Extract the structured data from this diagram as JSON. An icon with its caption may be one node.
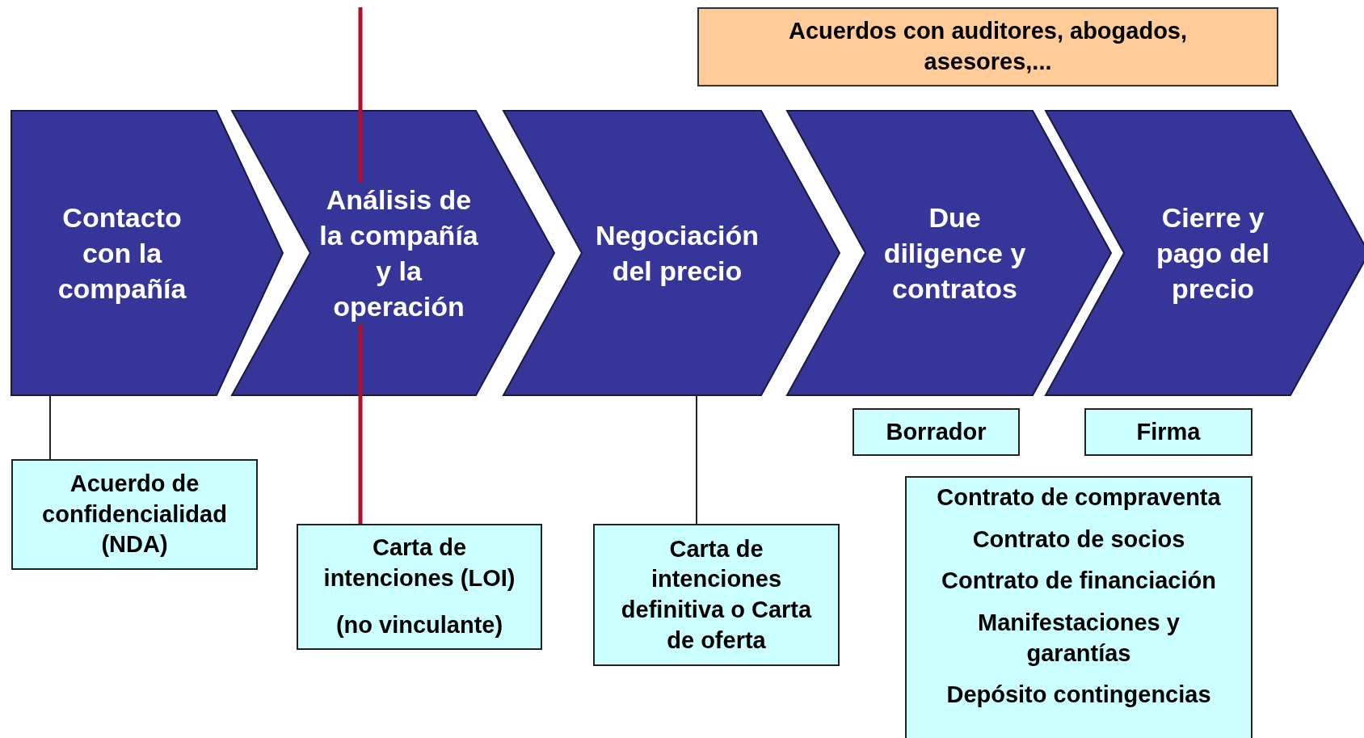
{
  "diagram": {
    "nodes": [
      {
        "text": [
          "Acuerdos con auditores, abogados, asesores,..."
        ]
      },
      {
        "text": [
          "Contacto con la compañía"
        ]
      },
      {
        "text": [
          "Análisis de la compañía y la operación"
        ]
      },
      {
        "text": [
          "Negociación del precio"
        ]
      },
      {
        "text": [
          "Due diligence y contratos"
        ]
      },
      {
        "text": [
          "Cierre y pago del precio"
        ]
      },
      {
        "text": [
          "Borrador"
        ]
      },
      {
        "text": [
          "Firma"
        ]
      },
      {
        "text": [
          "Acuerdo de confidencialidad (NDA)"
        ]
      },
      {
        "text": [
          "Carta de intenciones (LOI)",
          "(no vinculante)"
        ]
      },
      {
        "text": [
          "Carta de intenciones definitiva o Carta de oferta"
        ]
      },
      {
        "text": [
          "Contrato de compraventa",
          "Contrato de socios",
          "Contrato de financiación",
          "Manifestaciones y garantías",
          "Depósito contingencias"
        ]
      }
    ],
    "edges": [
      {
        "from": 1,
        "to": 8,
        "arrow": "none"
      },
      {
        "from": 3,
        "to": 10,
        "arrow": "none"
      },
      {
        "from": null,
        "to": 9,
        "arrow": "none",
        "style": "thick",
        "color": "#b0102a"
      }
    ]
  }
}
